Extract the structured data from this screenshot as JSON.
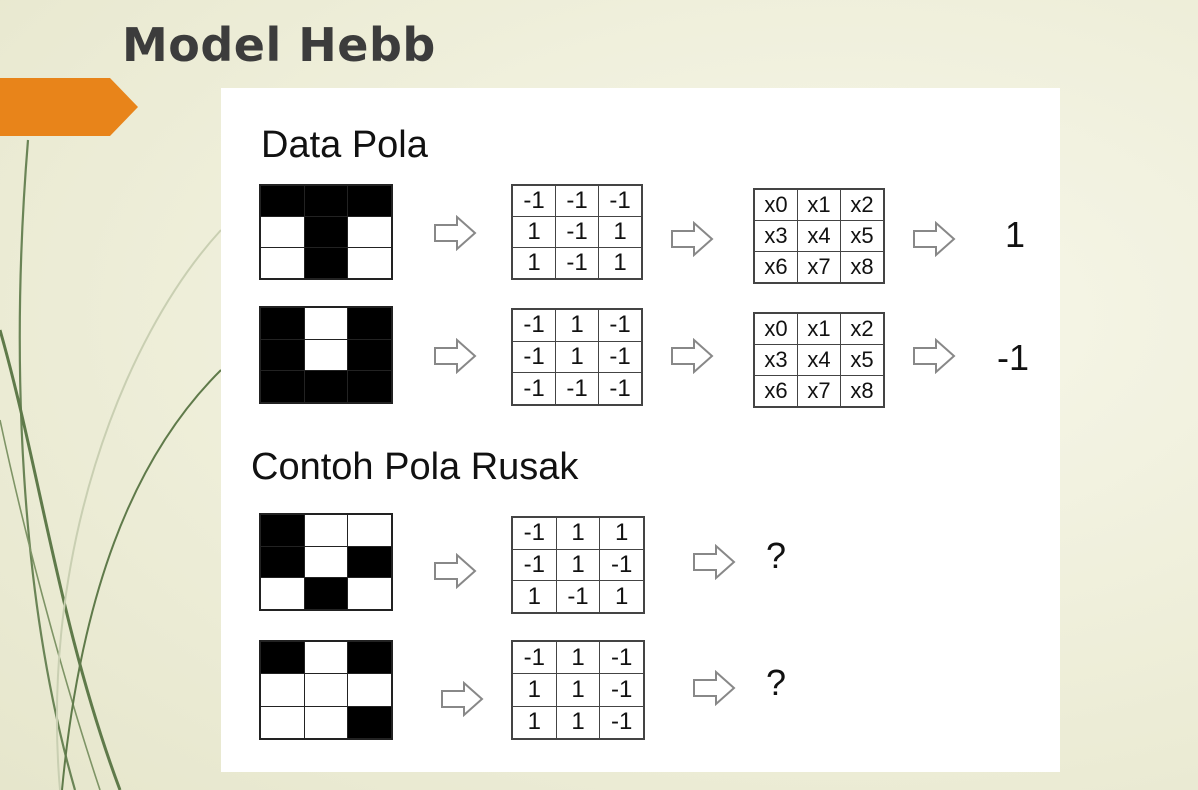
{
  "slide_title": "Model Hebb",
  "colors": {
    "accent": "#e8841a",
    "line": "#5f7a4a",
    "title": "#3c3c3c"
  },
  "sections": {
    "training": "Data Pola",
    "damaged": "Contoh Pola Rusak"
  },
  "variable_labels": [
    "x0",
    "x1",
    "x2",
    "x3",
    "x4",
    "x5",
    "x6",
    "x7",
    "x8"
  ],
  "patterns": [
    {
      "pixels": [
        1,
        1,
        1,
        0,
        1,
        0,
        0,
        1,
        0
      ],
      "values": [
        "-1",
        "-1",
        "-1",
        "1",
        "-1",
        "1",
        "1",
        "-1",
        "1"
      ],
      "target": "1",
      "arrow_icon": "hollow-right-arrow-icon"
    },
    {
      "pixels": [
        1,
        0,
        1,
        1,
        0,
        1,
        1,
        1,
        1
      ],
      "values": [
        "-1",
        "1",
        "-1",
        "-1",
        "1",
        "-1",
        "-1",
        "-1",
        "-1"
      ],
      "target": "-1",
      "arrow_icon": "hollow-right-arrow-icon"
    },
    {
      "pixels": [
        1,
        0,
        0,
        1,
        0,
        1,
        0,
        1,
        0
      ],
      "values": [
        "-1",
        "1",
        "1",
        "-1",
        "1",
        "-1",
        "1",
        "-1",
        "1"
      ],
      "target": "?",
      "arrow_icon": "hollow-right-arrow-icon"
    },
    {
      "pixels": [
        1,
        0,
        1,
        0,
        0,
        0,
        0,
        0,
        1
      ],
      "values": [
        "-1",
        "1",
        "-1",
        "1",
        "1",
        "-1",
        "1",
        "1",
        "-1"
      ],
      "target": "?",
      "arrow_icon": "hollow-right-arrow-icon"
    }
  ]
}
